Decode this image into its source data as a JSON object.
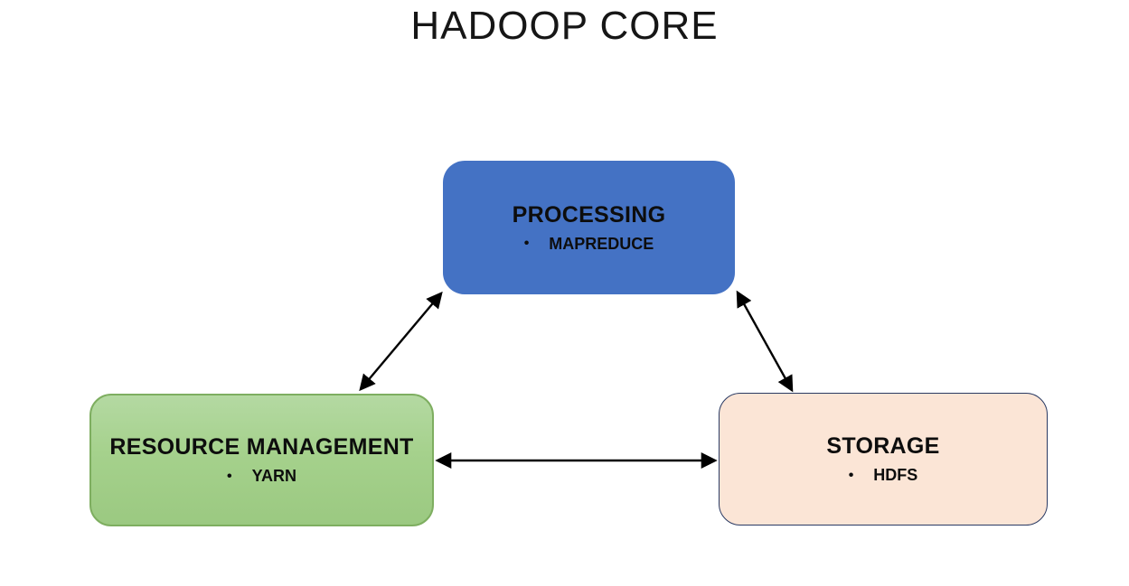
{
  "title": "HADOOP CORE",
  "bullet_char": "•",
  "boxes": [
    {
      "id": "processing",
      "title": "PROCESSING",
      "bullet": "MAPREDUCE",
      "fill": "#4472C4",
      "border": "#4472C4",
      "text_color": "#000000"
    },
    {
      "id": "resource-management",
      "title": "RESOURCE MANAGEMENT",
      "bullet": "YARN",
      "fill": "#A5D18C",
      "border": "#7EAE60",
      "text_color": "#000000"
    },
    {
      "id": "storage",
      "title": "STORAGE",
      "bullet": "HDFS",
      "fill": "#FBE5D6",
      "border": "#2A3A63",
      "text_color": "#000000"
    }
  ],
  "connectors": [
    {
      "from": "PROCESSING",
      "to": "RESOURCE MANAGEMENT",
      "style": "double-headed-arrow",
      "color": "#000000"
    },
    {
      "from": "PROCESSING",
      "to": "STORAGE",
      "style": "double-headed-arrow",
      "color": "#000000"
    },
    {
      "from": "RESOURCE MANAGEMENT",
      "to": "STORAGE",
      "style": "double-headed-arrow",
      "color": "#000000"
    }
  ]
}
